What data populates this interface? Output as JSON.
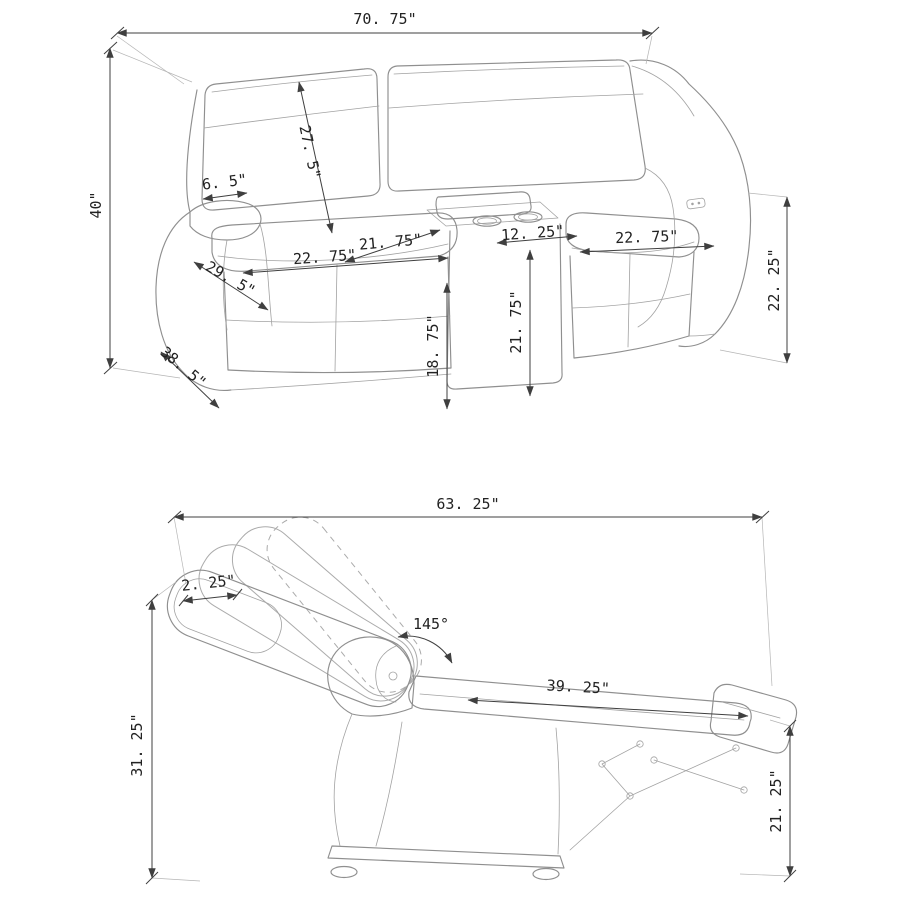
{
  "page": {
    "background": "#ffffff"
  },
  "drawing": {
    "furniture_line_color": "#8f8f8f",
    "dimension_line_color": "#3f3f3f",
    "text_color": "#222222",
    "units": "inches"
  },
  "loveseat": {
    "name": "power loveseat with storage console - front three-quarter view",
    "dimensions": {
      "overall_width": "70. 75\"",
      "overall_height": "40\"",
      "back_cushion_height": "27. 5\"",
      "arm_top_width": "6. 5\"",
      "left_seat_width": "22. 75\"",
      "seat_depth": "21. 75\"",
      "console_width": "12. 25\"",
      "right_seat_width": "22. 75\"",
      "arm_front_depth": "29. 5\"",
      "seat_front_height": "18. 75\"",
      "console_front_height": "21. 75\"",
      "arm_side_height": "22. 25\"",
      "overall_depth": "38. 5\""
    }
  },
  "recliner": {
    "name": "recliner in reclined position - side view",
    "dimensions": {
      "reclined_length": "63. 25\"",
      "headrest_extension": "2. 25\"",
      "recline_angle": "145°",
      "back_length": "39. 25\"",
      "reclined_height": "31. 25\"",
      "footrest_height": "21. 25\""
    }
  }
}
